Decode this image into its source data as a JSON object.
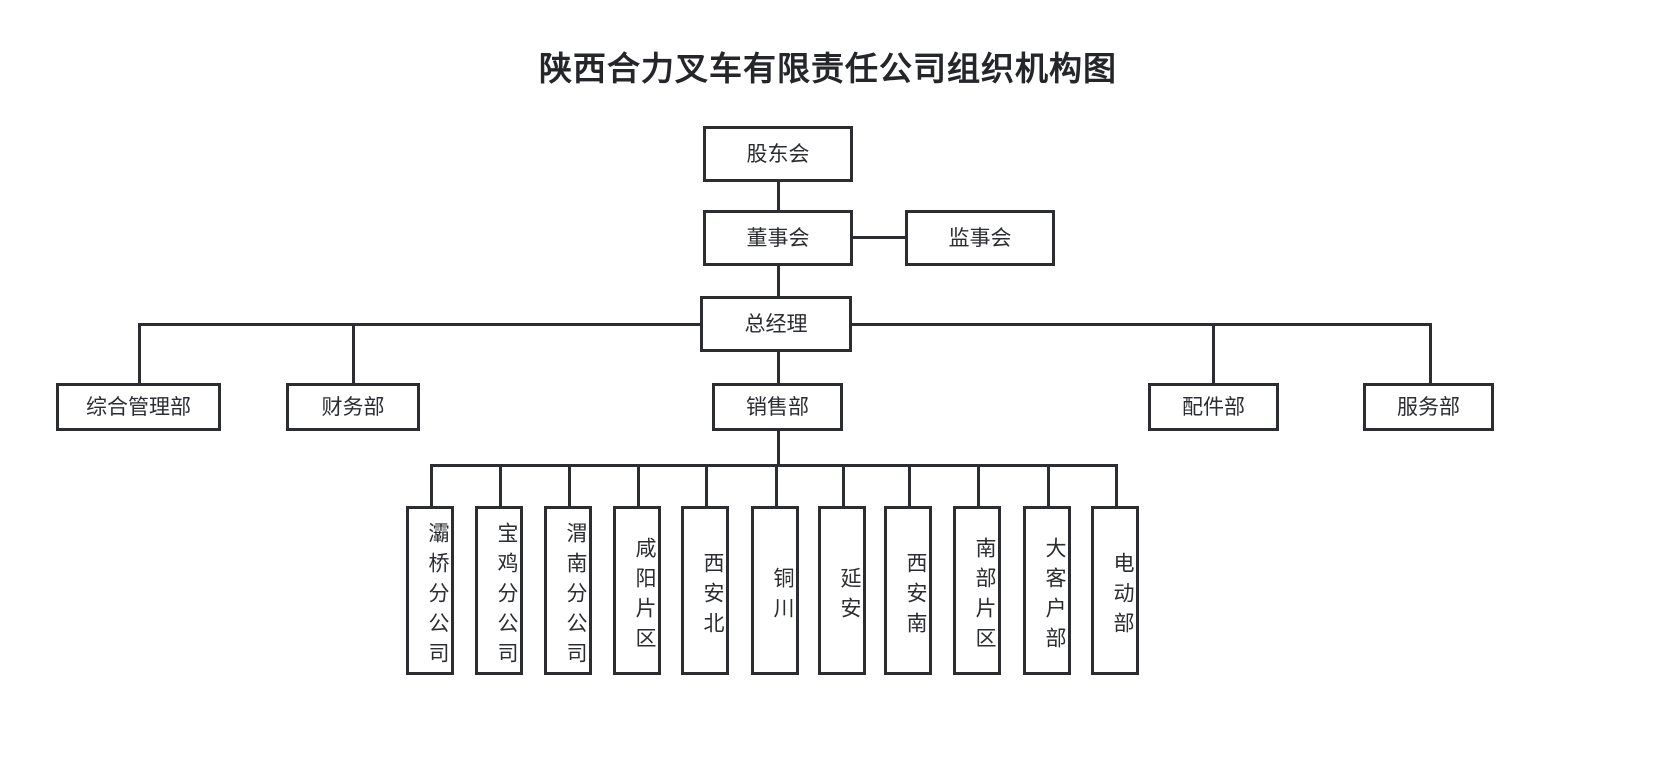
{
  "title": "陕西合力叉车有限责任公司组织机构图",
  "org": {
    "shareholders": {
      "label": "股东会"
    },
    "board": {
      "label": "董事会"
    },
    "supervisors": {
      "label": "监事会"
    },
    "general_manager": {
      "label": "总经理"
    },
    "departments": [
      {
        "label": "综合管理部"
      },
      {
        "label": "财务部"
      },
      {
        "label": "销售部"
      },
      {
        "label": "配件部"
      },
      {
        "label": "服务部"
      }
    ],
    "sales_units": [
      {
        "label": "灞桥分公司"
      },
      {
        "label": "宝鸡分公司"
      },
      {
        "label": "渭南分公司"
      },
      {
        "label": "咸阳片区"
      },
      {
        "label": "西安北"
      },
      {
        "label": "铜川"
      },
      {
        "label": "延安"
      },
      {
        "label": "西安南"
      },
      {
        "label": "南部片区"
      },
      {
        "label": "大客户部"
      },
      {
        "label": "电动部"
      }
    ]
  },
  "colors": {
    "line": "#2b2d30",
    "text": "#2b2d30",
    "title": "#24262a",
    "background": "#ffffff"
  }
}
